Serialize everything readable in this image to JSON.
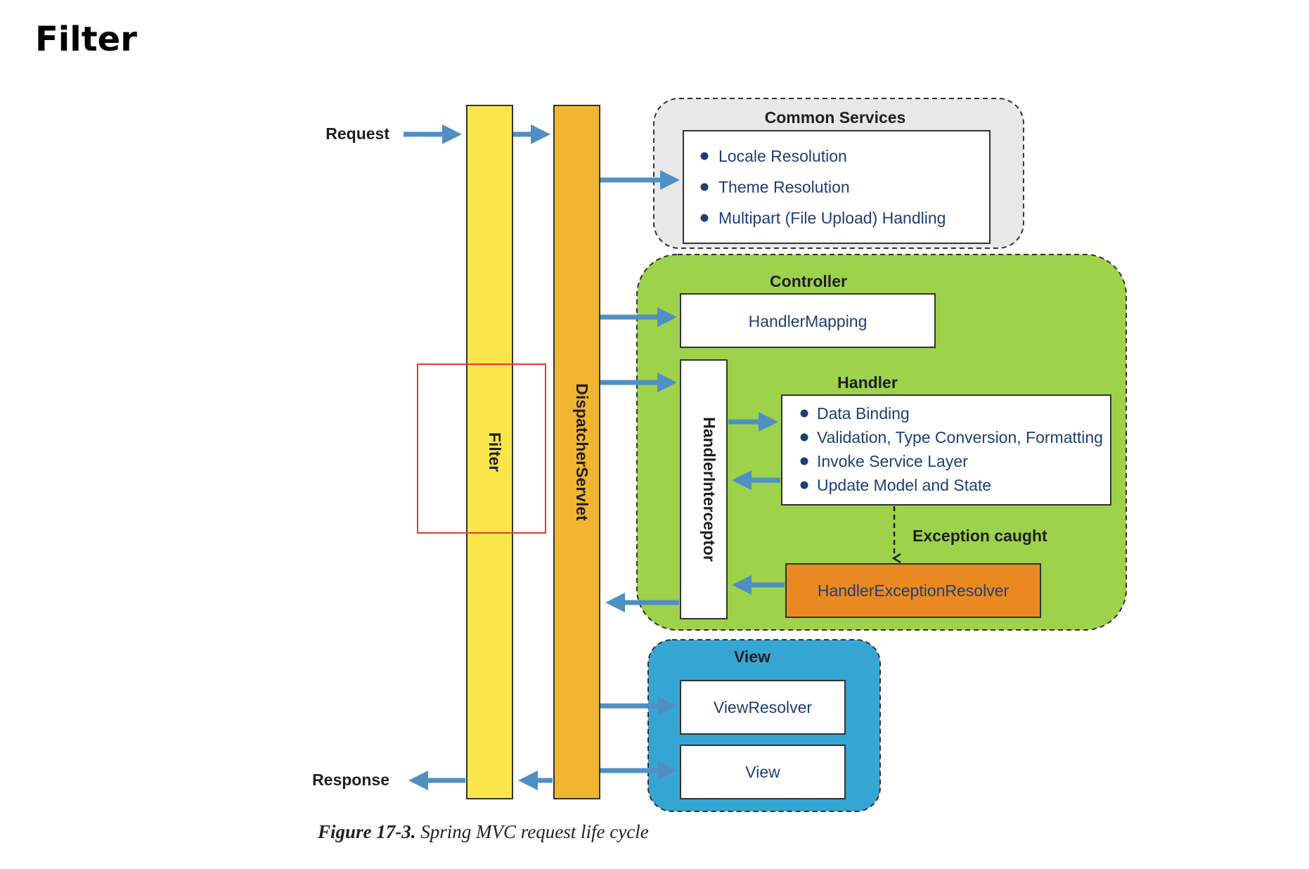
{
  "heading": "Filter",
  "diagram": {
    "request_label": "Request",
    "response_label": "Response",
    "filter_label": "Filter",
    "dispatcher_label": "DispatcherServlet",
    "common_services": {
      "title": "Common Services",
      "items": [
        "Locale Resolution",
        "Theme Resolution",
        "Multipart (File Upload) Handling"
      ]
    },
    "controller": {
      "title": "Controller",
      "handler_mapping": "HandlerMapping",
      "handler_interceptor": "HandlerInterceptor",
      "handler_title": "Handler",
      "handler_items": [
        "Data Binding",
        "Validation, Type Conversion, Formatting",
        "Invoke Service Layer",
        "Update Model and State"
      ],
      "exception_label": "Exception caught",
      "exception_resolver": "HandlerExceptionResolver"
    },
    "view": {
      "title": "View",
      "view_resolver": "ViewResolver",
      "view_box": "View"
    },
    "colors": {
      "filter": "#fae64a",
      "dispatcher": "#f2b530",
      "controller_bg": "#9dd24a",
      "view_bg": "#35a6d3",
      "common_bg": "#e8e8e8",
      "exception_box": "#e9891f",
      "arrow": "#4f8fc4",
      "highlight": "#e53935"
    }
  },
  "caption": {
    "figure": "Figure 17-3.",
    "text": "Spring MVC request life cycle"
  }
}
